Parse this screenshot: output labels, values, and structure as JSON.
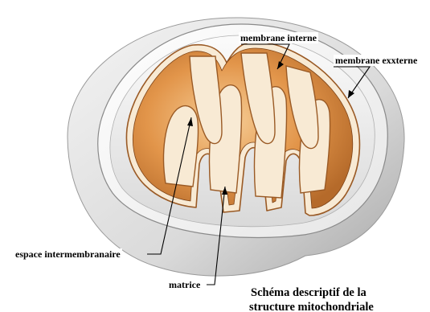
{
  "labels": {
    "inner_membrane": "membrane interne",
    "outer_membrane": "membrane exxterne",
    "intermembrane_space": "espace intermembranaire",
    "matrix": "matrice"
  },
  "caption": {
    "line1": "Schéma descriptif de la",
    "line2": "structure mitochondriale"
  },
  "colors": {
    "outer_shell_light": "#f2f2f2",
    "outer_shell_shade": "#b4b4b4",
    "matrix_light": "#f7cf98",
    "matrix_mid": "#e2954a",
    "matrix_dark": "#b56a2a",
    "membrane_cream": "#f8ead4",
    "membrane_brown": "#9a5a25"
  }
}
